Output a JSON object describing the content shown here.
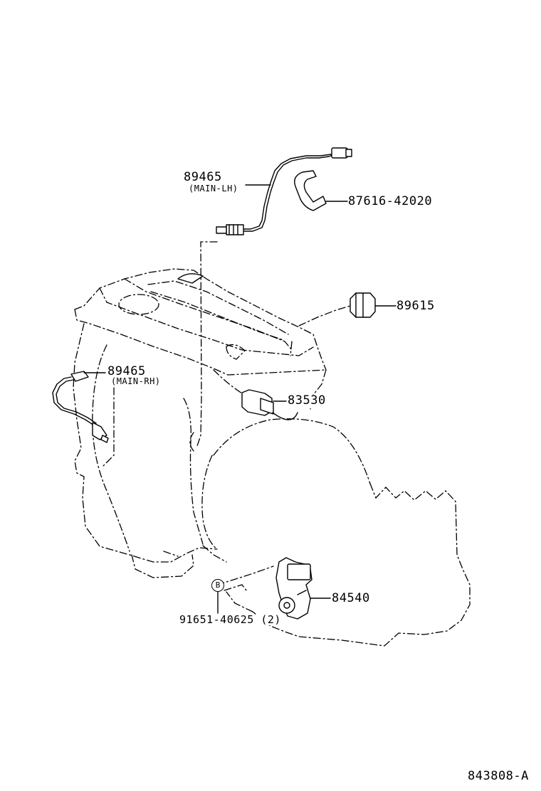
{
  "callouts": {
    "sensor_lh": {
      "part_no": "89465",
      "note": "(MAIN-LH)"
    },
    "clamp": {
      "part_no": "87616-42020"
    },
    "pressure_switch": {
      "part_no": "89615"
    },
    "temp_sensor": {
      "part_no": "83530"
    },
    "sensor_rh": {
      "part_no": "89465",
      "note": "(MAIN-RH)"
    },
    "neutral_switch": {
      "part_no": "84540"
    },
    "bolt": {
      "part_no": "91651-40625 (2)",
      "mark": "B"
    }
  },
  "drawing_ref": "843808-A",
  "icons": [
    "oxygen-sensor-icon",
    "clamp-icon",
    "switch-icon",
    "connector-icon",
    "bolt-marker-icon"
  ]
}
